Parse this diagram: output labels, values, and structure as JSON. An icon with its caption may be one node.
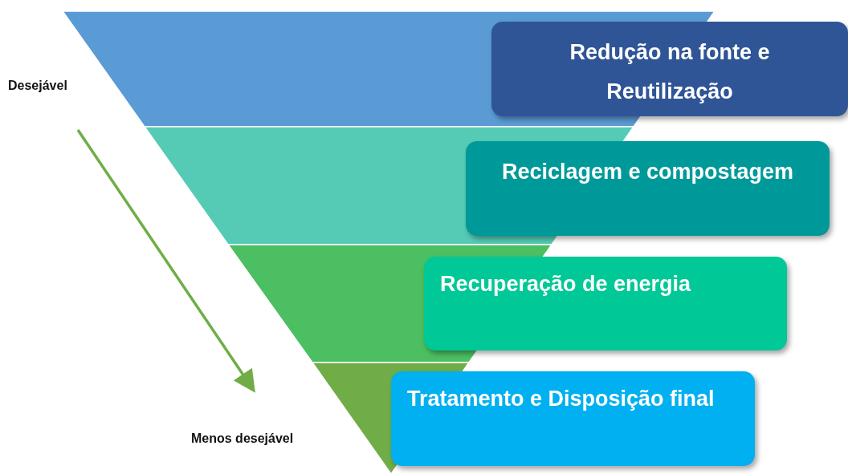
{
  "diagram": {
    "nodes": [
      {
        "text": [
          "Redução na fonte e Reutilização"
        ]
      },
      {
        "text": [
          "Reciclagem e compostagem"
        ]
      },
      {
        "text": [
          "Recuperação de energia"
        ]
      },
      {
        "text": [
          "Tratamento e Disposição final"
        ]
      }
    ],
    "labels": [
      "Desejável",
      "Menos desejável"
    ]
  }
}
